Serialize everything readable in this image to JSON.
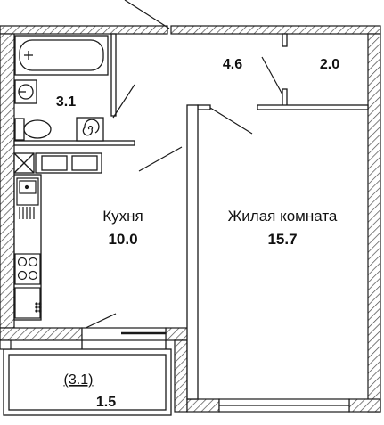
{
  "rooms": {
    "bathroom": {
      "area": "3.1"
    },
    "hall": {
      "area": "4.6"
    },
    "closet": {
      "area": "2.0"
    },
    "kitchen": {
      "name": "Кухня",
      "area": "10.0"
    },
    "living": {
      "name": "Жилая комната",
      "area": "15.7"
    },
    "balcony": {
      "alt_area": "(3.1)",
      "area": "1.5"
    }
  },
  "colors": {
    "line": "#1a1a1a",
    "hatch": "#4a4a4a",
    "background": "#ffffff"
  }
}
